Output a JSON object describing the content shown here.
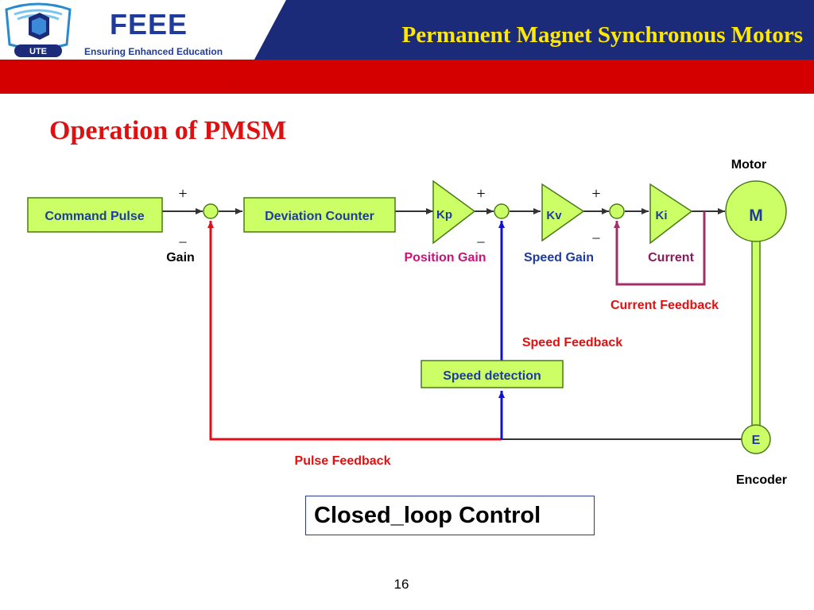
{
  "header": {
    "logo_text": "UTE",
    "brand": "FEEE",
    "tagline": "Ensuring Enhanced Education",
    "deck_title": "Permanent Magnet Synchronous Motors",
    "colors": {
      "navy": "#1c2a7a",
      "red": "#d40000",
      "title_yellow": "#ffe800",
      "brand_blue": "#1f3b9e"
    }
  },
  "slide_title": "Operation of PMSM",
  "diagram": {
    "blocks": {
      "command_pulse": "Command Pulse",
      "deviation_counter": "Deviation Counter",
      "kp": "Kp",
      "kv": "Kv",
      "ki": "Ki",
      "motor": "M",
      "encoder": "E",
      "speed_detection": "Speed detection"
    },
    "labels": {
      "motor": "Motor",
      "encoder": "Encoder",
      "gain": "Gain",
      "position_gain": "Position Gain",
      "speed_gain": "Speed Gain",
      "current": "Current",
      "current_feedback": "Current Feedback",
      "speed_feedback": "Speed Feedback",
      "pulse_feedback": "Pulse Feedback"
    },
    "signs": {
      "plus": "+",
      "minus": "_"
    },
    "colors": {
      "block_fill": "#ccff66",
      "block_stroke": "#4a7a1a",
      "block_text": "#1f3b9e",
      "pulse_feedback_line": "#e0101a",
      "speed_feedback_line": "#1010d0",
      "current_feedback_line": "#a0306a",
      "encoder_line": "#333333",
      "label_red": "#e01010",
      "label_magenta": "#cc1177",
      "label_blue": "#1f3b9e",
      "label_purple": "#8a1a5a"
    }
  },
  "caption": "Closed_loop Control",
  "page_number": "16"
}
